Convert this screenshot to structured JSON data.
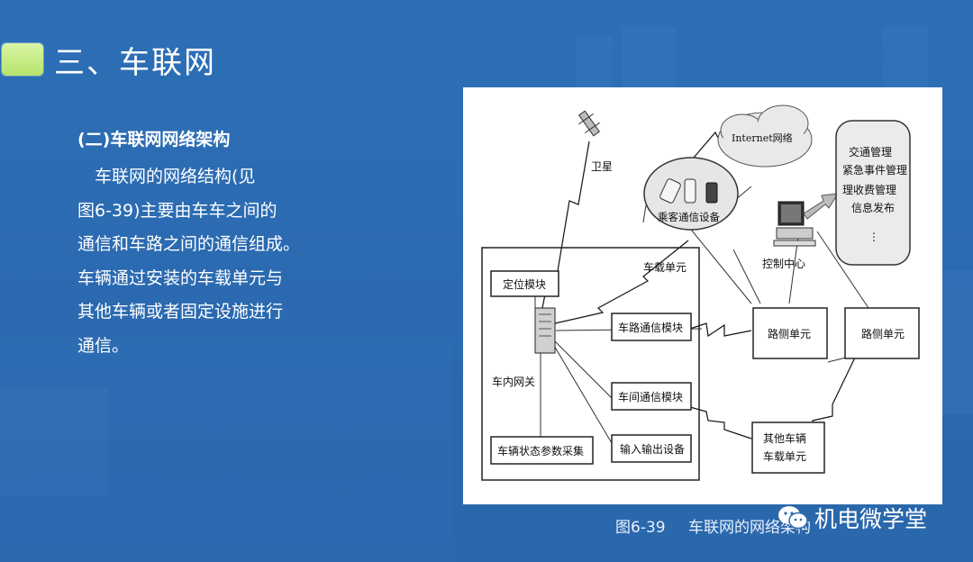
{
  "slide": {
    "title": "三、车联网",
    "section_heading": "(二)车联网网络架构",
    "body_lines": [
      "　车联网的网络结构(见",
      "图6-39)主要由车车之间的",
      "通信和车路之间的通信组成。",
      "车辆通过安装的车载单元与",
      "其他车辆或者固定设施进行",
      "通信。"
    ]
  },
  "figure": {
    "caption_number": "图6-39",
    "caption_title": "车联网的网络架构",
    "labels": {
      "satellite": "卫星",
      "internet": "Internet网络",
      "passenger_device": "乘客通信设备",
      "control_center": "控制中心",
      "management": [
        "交通管理",
        "紧急事件管理",
        "理收费管理",
        "信息发布",
        "⋮"
      ],
      "onboard_unit": "车载单元",
      "positioning_module": "定位模块",
      "in_vehicle_gateway": "车内网关",
      "v2r_module": "车路通信模块",
      "v2v_module": "车间通信模块",
      "io_device": "输入输出设备",
      "status_collection": "车辆状态参数采集",
      "roadside_unit_1": "路侧单元",
      "roadside_unit_2": "路侧单元",
      "other_vehicle": [
        "其他车辆",
        "车载单元"
      ]
    }
  },
  "watermark": {
    "text": "机电微学堂",
    "icon": "wechat-icon"
  },
  "colors": {
    "background": "#2b6ab0",
    "title_marker": "#c6ec86",
    "text": "#ffffff"
  }
}
